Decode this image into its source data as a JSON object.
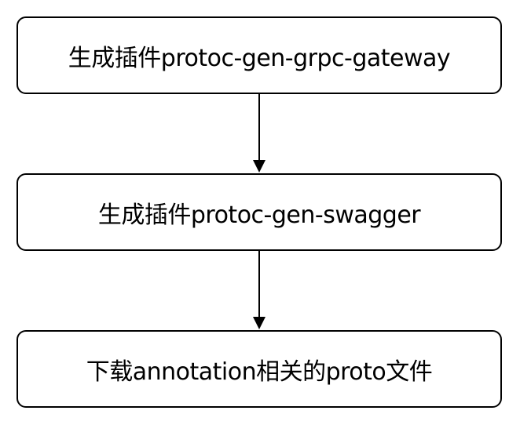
{
  "diagram": {
    "steps": [
      {
        "label": "生成插件protoc-gen-grpc-gateway"
      },
      {
        "label": "生成插件protoc-gen-swagger"
      },
      {
        "label": "下载annotation相关的proto文件"
      }
    ]
  }
}
